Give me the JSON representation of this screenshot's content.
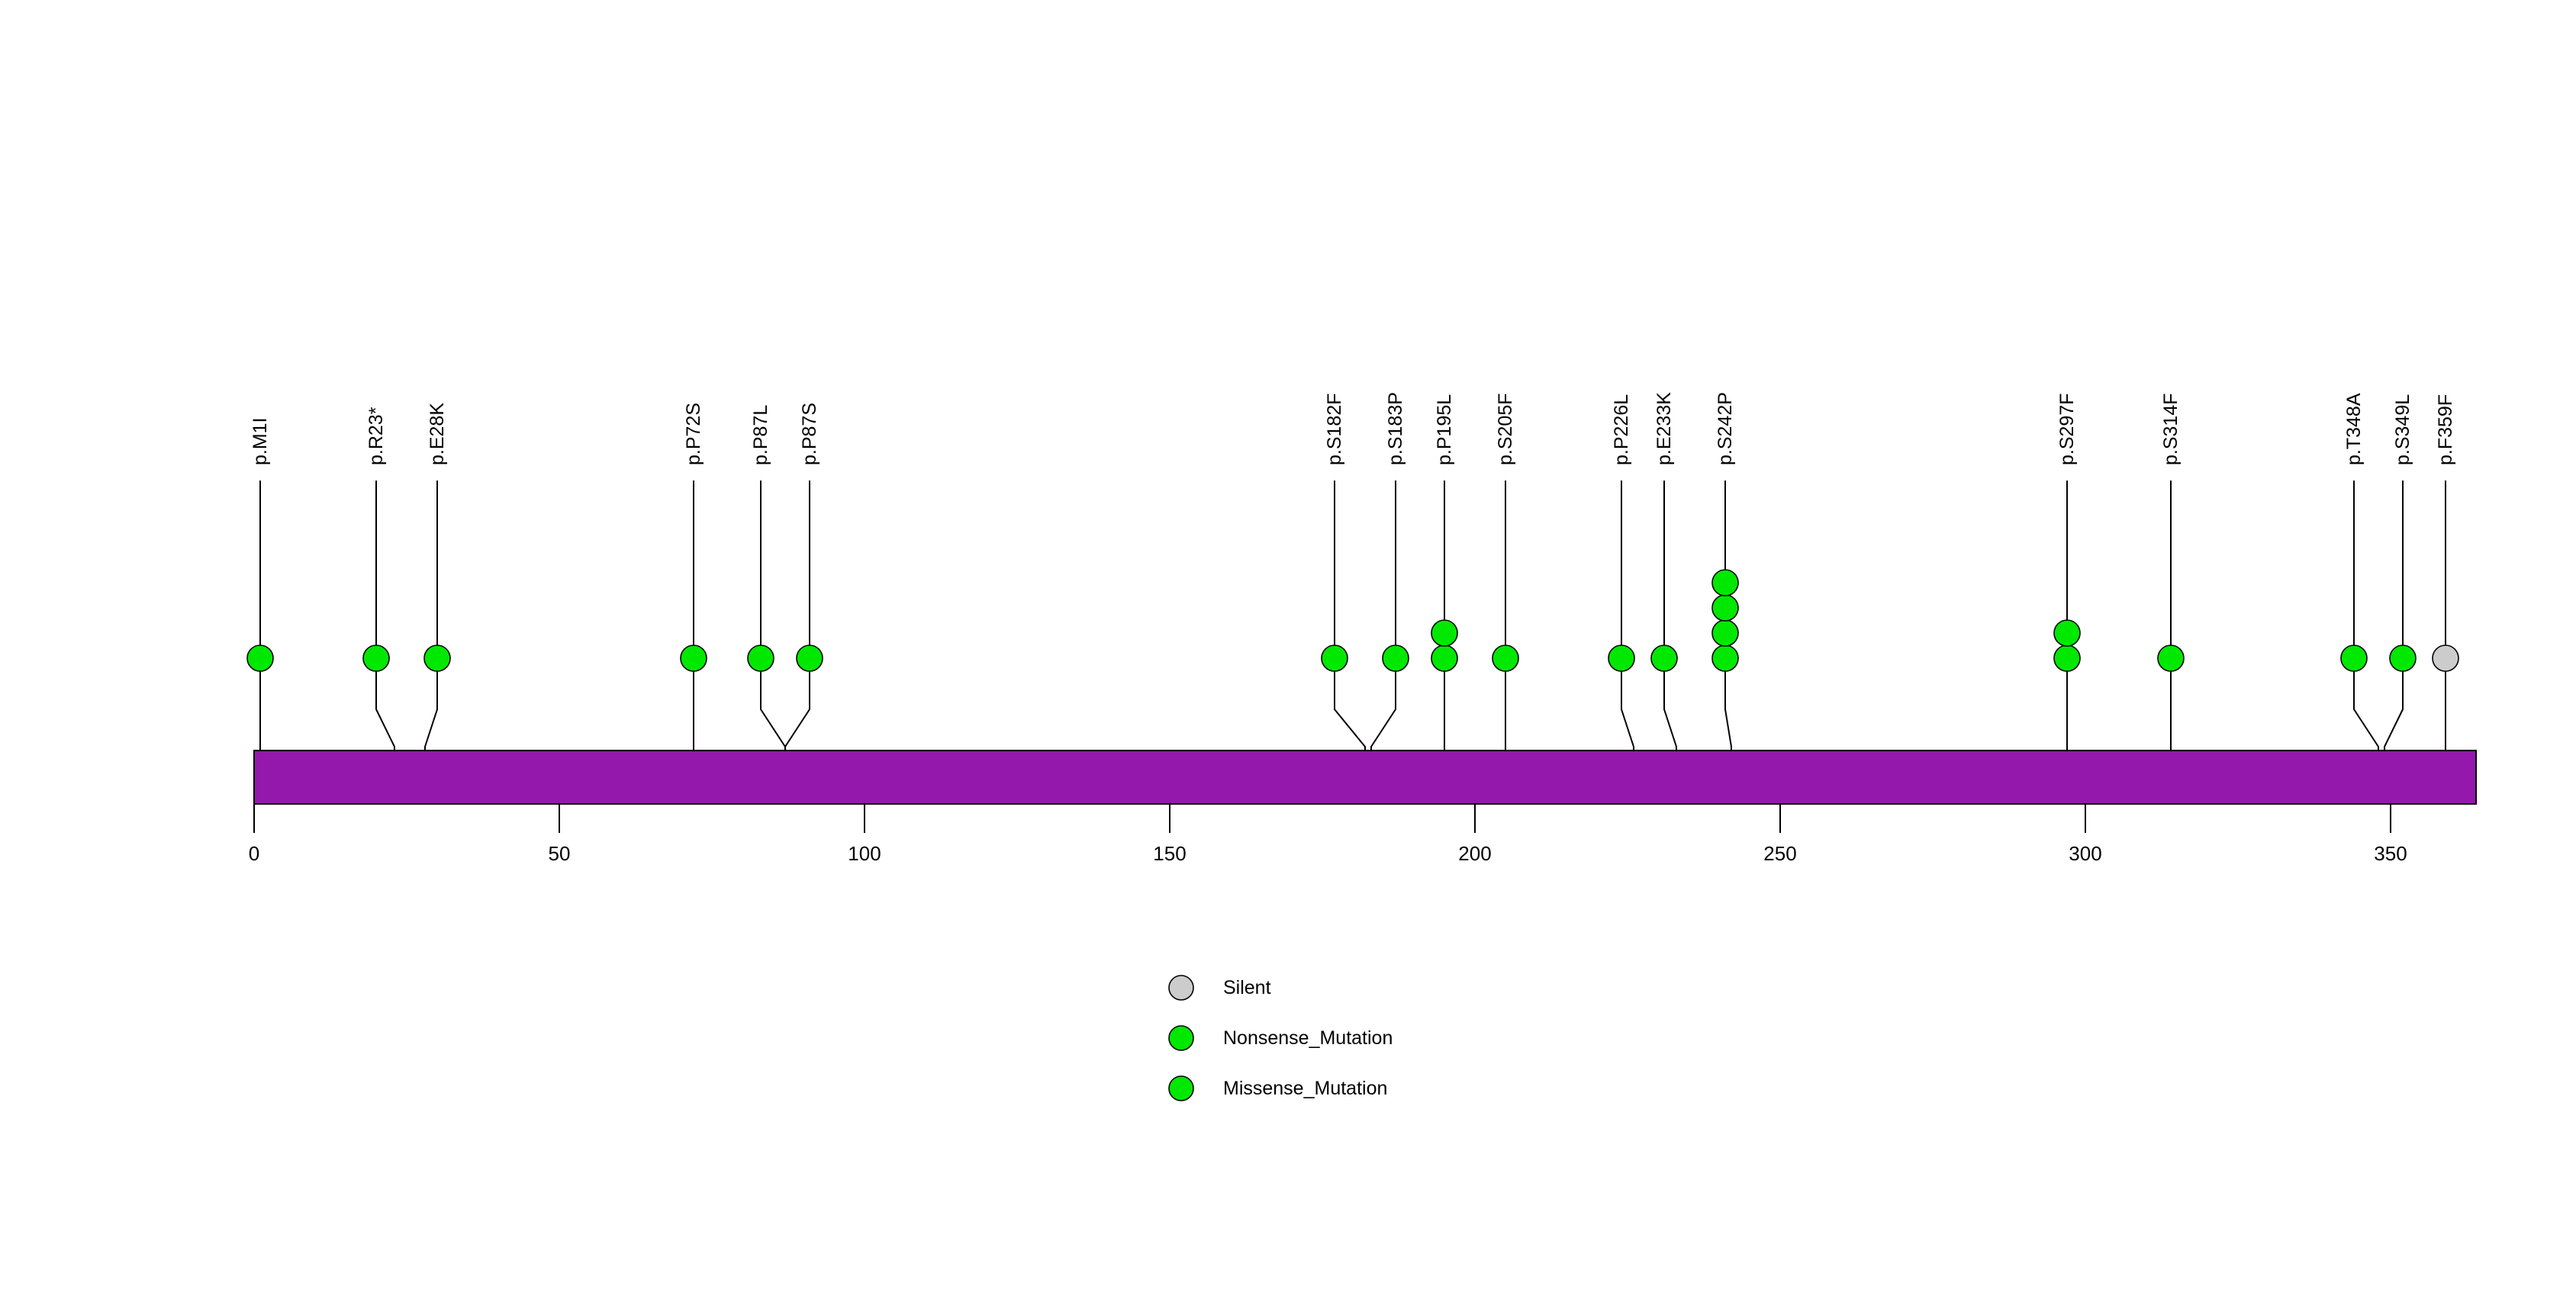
{
  "chart_data": {
    "type": "lollipop",
    "title": "",
    "xlabel": "",
    "ylabel": "",
    "xlim": [
      0,
      378
    ],
    "grid": false,
    "protein_bar": {
      "start": 0,
      "end": 364,
      "color": "#9418AB",
      "border_color": "#000000"
    },
    "axis": {
      "ticks": [
        0,
        50,
        100,
        150,
        200,
        250,
        300,
        350
      ],
      "tick_labels": [
        "0",
        "50",
        "100",
        "150",
        "200",
        "250",
        "300",
        "350"
      ]
    },
    "colors": {
      "silent": "#CCCCCC",
      "nonsense": "#00E800",
      "missense": "#00E800",
      "bar": "#9418AB",
      "stem": "#000000"
    },
    "mutations": [
      {
        "label": "p.M1I",
        "position": 1,
        "count": 1,
        "type": "Missense_Mutation",
        "color": "#00E800",
        "label_x": 1
      },
      {
        "label": "p.R23*",
        "position": 23,
        "count": 1,
        "type": "Nonsense_Mutation",
        "color": "#00E800",
        "label_x": 20
      },
      {
        "label": "p.E28K",
        "position": 28,
        "count": 1,
        "type": "Missense_Mutation",
        "color": "#00E800",
        "label_x": 30
      },
      {
        "label": "p.P72S",
        "position": 72,
        "count": 1,
        "type": "Missense_Mutation",
        "color": "#00E800",
        "label_x": 72
      },
      {
        "label": "p.P87L",
        "position": 87,
        "count": 1,
        "type": "Missense_Mutation",
        "color": "#00E800",
        "label_x": 83
      },
      {
        "label": "p.P87S",
        "position": 87,
        "count": 1,
        "type": "Missense_Mutation",
        "color": "#00E800",
        "label_x": 91
      },
      {
        "label": "p.S182F",
        "position": 182,
        "count": 1,
        "type": "Missense_Mutation",
        "color": "#00E800",
        "label_x": 177
      },
      {
        "label": "p.S183P",
        "position": 183,
        "count": 1,
        "type": "Missense_Mutation",
        "color": "#00E800",
        "label_x": 187
      },
      {
        "label": "p.P195L",
        "position": 195,
        "count": 2,
        "type": "Missense_Mutation",
        "color": "#00E800",
        "label_x": 195
      },
      {
        "label": "p.S205F",
        "position": 205,
        "count": 1,
        "type": "Missense_Mutation",
        "color": "#00E800",
        "label_x": 205
      },
      {
        "label": "p.P226L",
        "position": 226,
        "count": 1,
        "type": "Missense_Mutation",
        "color": "#00E800",
        "label_x": 224
      },
      {
        "label": "p.E233K",
        "position": 233,
        "count": 1,
        "type": "Missense_Mutation",
        "color": "#00E800",
        "label_x": 231
      },
      {
        "label": "p.S242P",
        "position": 242,
        "count": 4,
        "type": "Missense_Mutation",
        "color": "#00E800",
        "label_x": 241
      },
      {
        "label": "p.S297F",
        "position": 297,
        "count": 2,
        "type": "Missense_Mutation",
        "color": "#00E800",
        "label_x": 297
      },
      {
        "label": "p.S314F",
        "position": 314,
        "count": 1,
        "type": "Missense_Mutation",
        "color": "#00E800",
        "label_x": 314
      },
      {
        "label": "p.T348A",
        "position": 348,
        "count": 1,
        "type": "Missense_Mutation",
        "color": "#00E800",
        "label_x": 344
      },
      {
        "label": "p.S349L",
        "position": 349,
        "count": 1,
        "type": "Missense_Mutation",
        "color": "#00E800",
        "label_x": 352
      },
      {
        "label": "p.F359F",
        "position": 359,
        "count": 1,
        "type": "Silent",
        "color": "#CCCCCC",
        "label_x": 359
      }
    ],
    "legend": {
      "position": "bottom-center",
      "entries": [
        {
          "label": "Silent",
          "color": "#CCCCCC"
        },
        {
          "label": "Nonsense_Mutation",
          "color": "#00E800"
        },
        {
          "label": "Missense_Mutation",
          "color": "#00E800"
        }
      ]
    }
  }
}
